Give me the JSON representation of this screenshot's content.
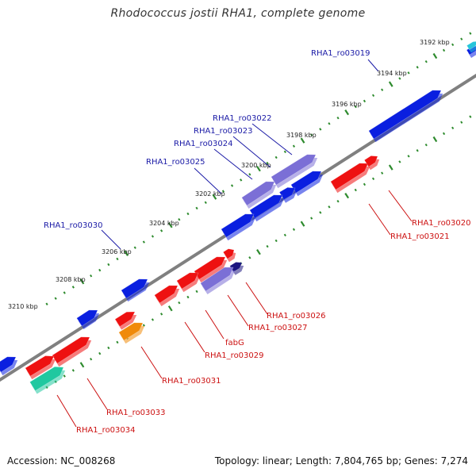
{
  "title": "Rhodococcus jostii RHA1, complete genome",
  "footer": {
    "accession": "Accession: NC_008268",
    "stats": "Topology: linear; Length: 7,804,765 bp; Genes: 7,274"
  },
  "colors": {
    "backbone": "#808080",
    "tick": "#2e8b2e",
    "forward_label": "#1a1aa6",
    "reverse_label": "#cc1111",
    "gene_blue": "#0a1fe0",
    "gene_lavender": "#7b6fd6",
    "gene_navy": "#1c1480",
    "gene_red": "#ee1111",
    "gene_orange": "#f08a0a",
    "gene_teal": "#20c8a0",
    "gene_cyan": "#26c6da"
  },
  "kbp_labels": [
    "3192 kbp",
    "3194 kbp",
    "3196 kbp",
    "3198 kbp",
    "3200 kbp",
    "3202 kbp",
    "3204 kbp",
    "3206 kbp",
    "3208 kbp",
    "3210 kbp"
  ],
  "forward_gene_labels": [
    "RHA1_ro03019",
    "RHA1_ro03022",
    "RHA1_ro03023",
    "RHA1_ro03024",
    "RHA1_ro03025",
    "RHA1_ro03030"
  ],
  "reverse_gene_labels": [
    "RHA1_ro03020",
    "RHA1_ro03021",
    "RHA1_ro03026",
    "RHA1_ro03027",
    "fabG",
    "RHA1_ro03029",
    "RHA1_ro03031",
    "RHA1_ro03033",
    "RHA1_ro03034"
  ]
}
